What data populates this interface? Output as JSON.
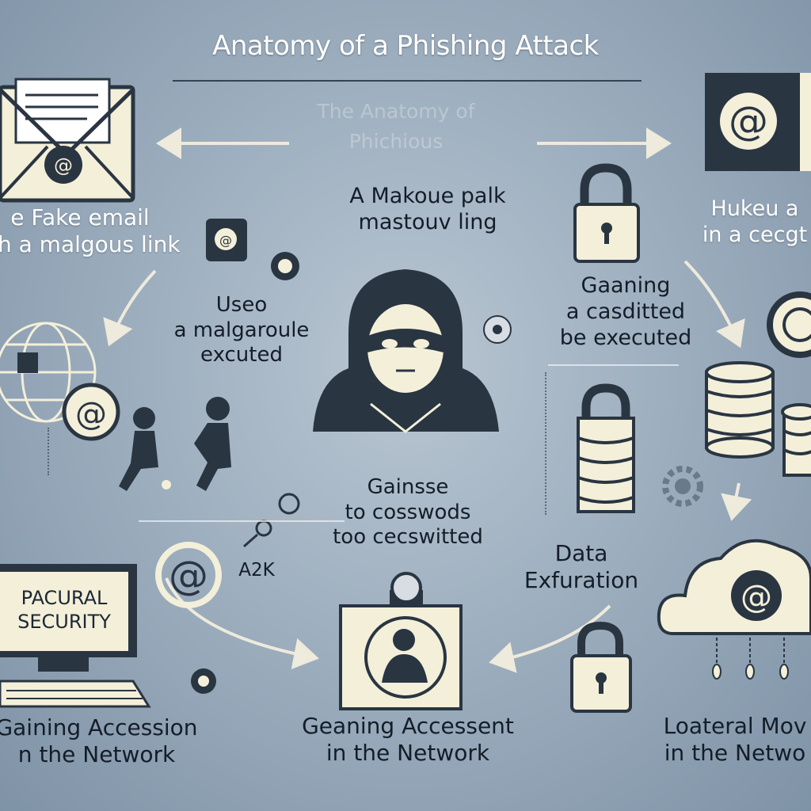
{
  "title": "Anatomy of a Phishing Attack",
  "ghost_text": {
    "line1": "The Anatomy of",
    "line2": "Phichious"
  },
  "steps": {
    "fake_email": {
      "line1": "e Fake email",
      "line2": "th a malgous link"
    },
    "malicious_link": {
      "line1": "A Makoue palk",
      "line2": "mastouv ling"
    },
    "used_malware": {
      "line1": "Useo",
      "line2": "a malgaroule",
      "line3": "excuted"
    },
    "gaining_credentials": {
      "line1": "Gaaning",
      "line2": "a casditted",
      "line3": "be executed"
    },
    "top_right": {
      "line1": "Hukeu a",
      "line2": "in a cecgt"
    },
    "passwords": {
      "line1": "Gainsse",
      "line2": "to cosswods",
      "line3": "too cecswitted"
    },
    "data_exfiltration": {
      "line1": "Data",
      "line2": "Exfuration"
    },
    "gaining_access_left": {
      "line1": "Gaining Accession",
      "line2": "n the Network"
    },
    "gaining_access_center": {
      "line1": "Geaning Accessent",
      "line2": "in the Network"
    },
    "lateral_movement": {
      "line1": "Loateral Mov",
      "line2": "in the Netwo"
    }
  },
  "monitor_screen": {
    "line1": "PACURAL",
    "line2": "SECURITY"
  },
  "small_label": "A2K",
  "icons": [
    "envelope-icon",
    "at-sign-icon",
    "padlock-icon",
    "globe-icon",
    "hacker-icon",
    "people-icon",
    "database-icon",
    "cloud-icon",
    "monitor-icon",
    "keyboard-icon",
    "user-profile-icon",
    "gear-icon",
    "key-icon",
    "arrow-icon"
  ],
  "colors": {
    "background": "#9eafbf",
    "dark_ink": "#2a3542",
    "cream": "#f3efd9",
    "arrow": "#eeeadc"
  }
}
